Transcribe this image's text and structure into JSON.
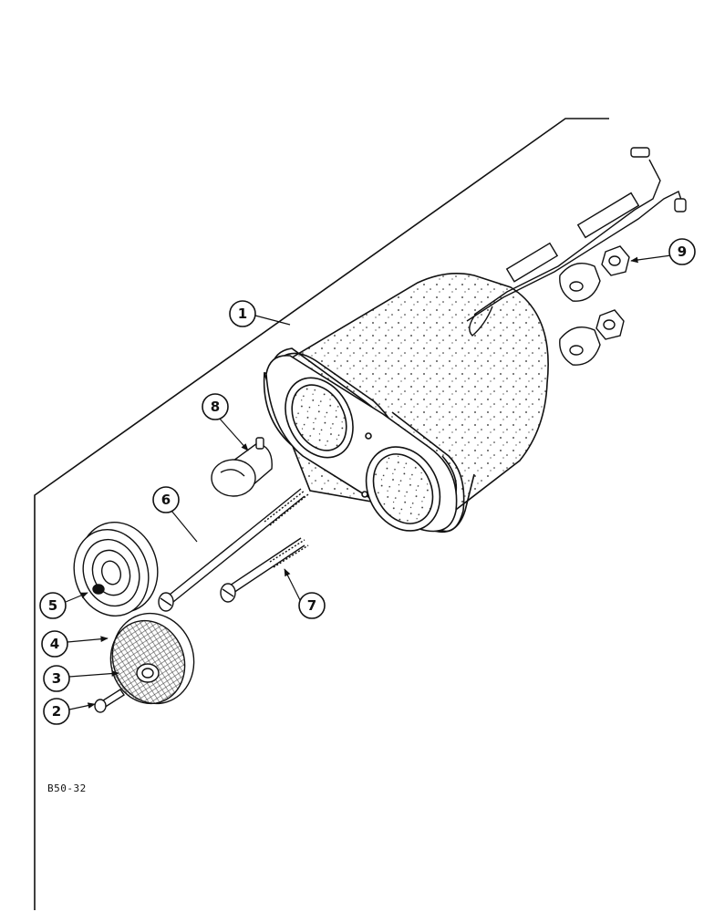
{
  "diagram": {
    "callouts": [
      "1",
      "2",
      "3",
      "4",
      "5",
      "6",
      "7",
      "8",
      "9"
    ],
    "figure_code": "B50-32"
  },
  "colors": {
    "ink": "#111111",
    "paper": "#ffffff"
  }
}
